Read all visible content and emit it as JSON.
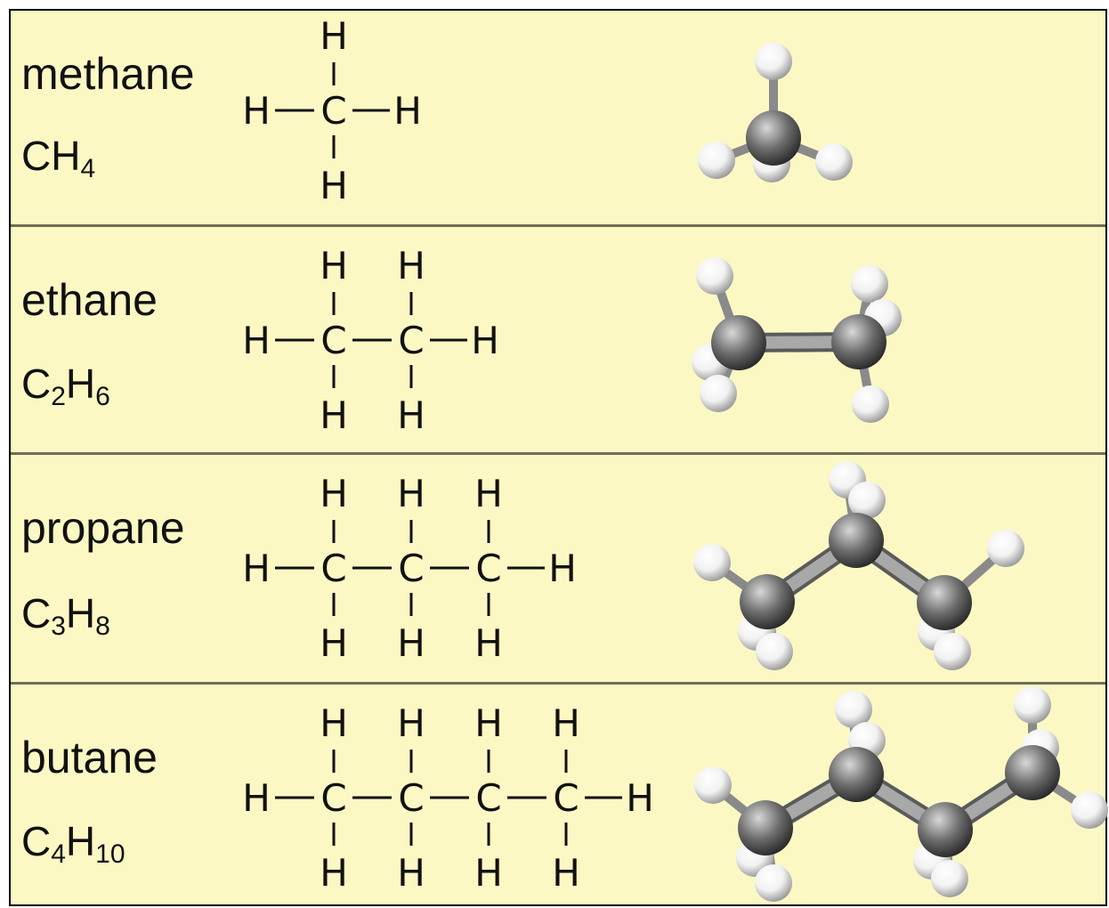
{
  "molecules": [
    {
      "name": "methane",
      "formula": [
        {
          "t": "CH",
          "sub": false
        },
        {
          "t": "4",
          "sub": true
        }
      ],
      "carbons": 1
    },
    {
      "name": "ethane",
      "formula": [
        {
          "t": "C",
          "sub": false
        },
        {
          "t": "2",
          "sub": true
        },
        {
          "t": "H",
          "sub": false
        },
        {
          "t": "6",
          "sub": true
        }
      ],
      "carbons": 2
    },
    {
      "name": "propane",
      "formula": [
        {
          "t": "C",
          "sub": false
        },
        {
          "t": "3",
          "sub": true
        },
        {
          "t": "H",
          "sub": false
        },
        {
          "t": "8",
          "sub": true
        }
      ],
      "carbons": 3
    },
    {
      "name": "butane",
      "formula": [
        {
          "t": "C",
          "sub": false
        },
        {
          "t": "4",
          "sub": true
        },
        {
          "t": "H",
          "sub": false
        },
        {
          "t": "10",
          "sub": true
        }
      ],
      "carbons": 4
    }
  ],
  "atom_labels": {
    "carbon": "C",
    "hydrogen": "H"
  },
  "colors": {
    "background": "#fbf8c4",
    "carbon_atom": "#6c6c6c",
    "hydrogen_atom": "#f2f2f2",
    "bond": "#8a8a8a",
    "text": "#111111"
  }
}
